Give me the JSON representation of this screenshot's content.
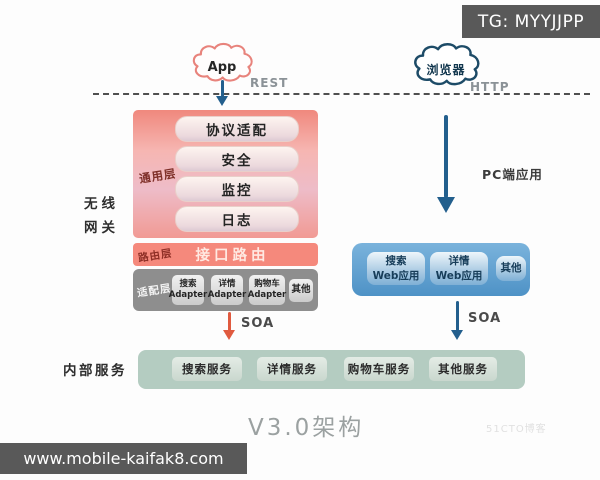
{
  "overlays": {
    "tg_badge": "TG: MYYJJPP",
    "site_badge": "www.mobile-kaifak8.com",
    "watermark": "51CTO博客"
  },
  "clients": {
    "app": {
      "label": "App",
      "protocol": "REST"
    },
    "browser": {
      "label": "浏览器",
      "protocol": "HTTP"
    }
  },
  "gateway": {
    "side_label": "无线\n网关",
    "common_layer": {
      "label": "通用层",
      "items": [
        "协议适配",
        "安全",
        "监控",
        "日志"
      ]
    },
    "routing_layer": {
      "label": "路由层",
      "item": "接口路由"
    },
    "adapter_layer": {
      "label": "适配层",
      "items": [
        "搜索\nAdapter",
        "详情\nAdapter",
        "购物车\nAdapter",
        "其他"
      ]
    }
  },
  "pc": {
    "arrow_label": "PC端应用",
    "apps": [
      "搜索\nWeb应用",
      "详情\nWeb应用",
      "其他"
    ]
  },
  "soa": {
    "left_label": "SOA",
    "right_label": "SOA"
  },
  "services": {
    "side_label": "内部服务",
    "items": [
      "搜索服务",
      "详情服务",
      "购物车服务",
      "其他服务"
    ]
  },
  "title": "V3.0架构",
  "colors": {
    "salmon": "#f28b81",
    "pill_light": "#fdf4f0",
    "layer_gray": "#8e8e8e",
    "blue_panel": "#5c9fd2",
    "green_panel": "#b4ccc1",
    "badge_bg": "#595959",
    "arrow_blue": "#235f8d",
    "arrow_red": "#e05a3f"
  }
}
